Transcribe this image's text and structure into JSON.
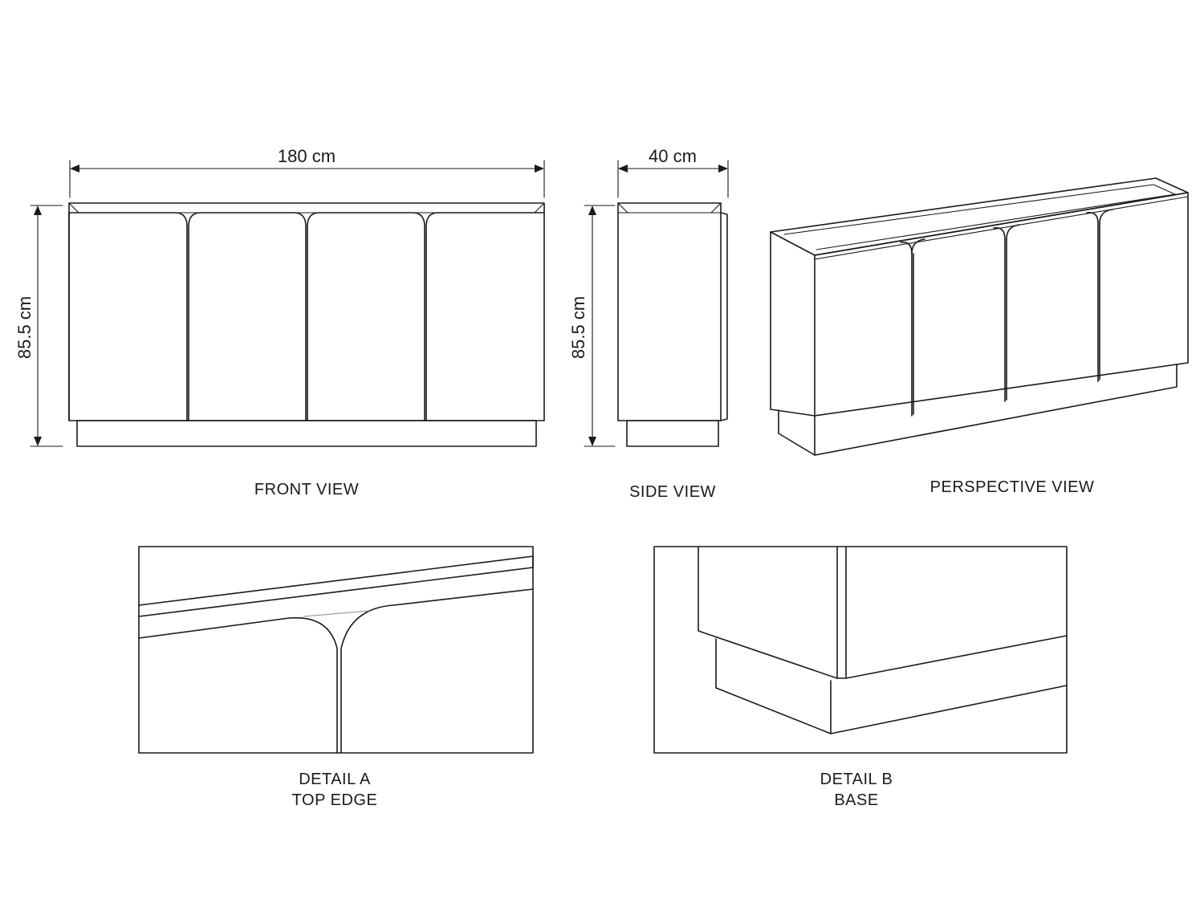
{
  "dimensions": {
    "width": "180 cm",
    "depth": "40 cm",
    "height_front": "85.5 cm",
    "height_side": "85.5 cm"
  },
  "views": {
    "front": "FRONT VIEW",
    "side": "SIDE VIEW",
    "perspective": "PERSPECTIVE VIEW"
  },
  "details": {
    "a": {
      "title": "DETAIL A",
      "subtitle": "TOP EDGE"
    },
    "b": {
      "title": "DETAIL B",
      "subtitle": "BASE"
    }
  },
  "colors": {
    "line": "#1a1a1a",
    "background": "#ffffff"
  }
}
